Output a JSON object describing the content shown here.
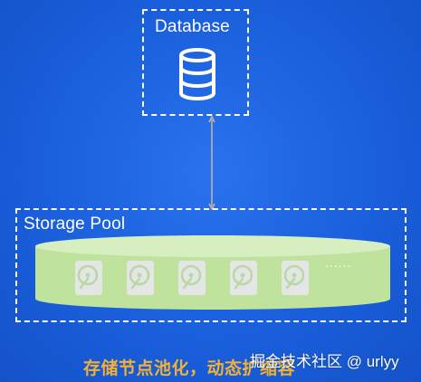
{
  "database": {
    "label": "Database",
    "icon": "database-icon"
  },
  "storage_pool": {
    "label": "Storage Pool",
    "disk_icon": "hard-disk-icon",
    "disk_count": 5,
    "ellipsis": "......"
  },
  "caption": "存储节点池化，动态扩缩容",
  "watermark": "掘金技术社区 @ urlyy",
  "colors": {
    "background": "#1a5fdc",
    "dashed_border": "#ffffff",
    "pool_fill": "#c8e6a8",
    "disk_fill": "#e4e6e6",
    "caption": "#f2b134",
    "connector": "#c6b89a"
  }
}
